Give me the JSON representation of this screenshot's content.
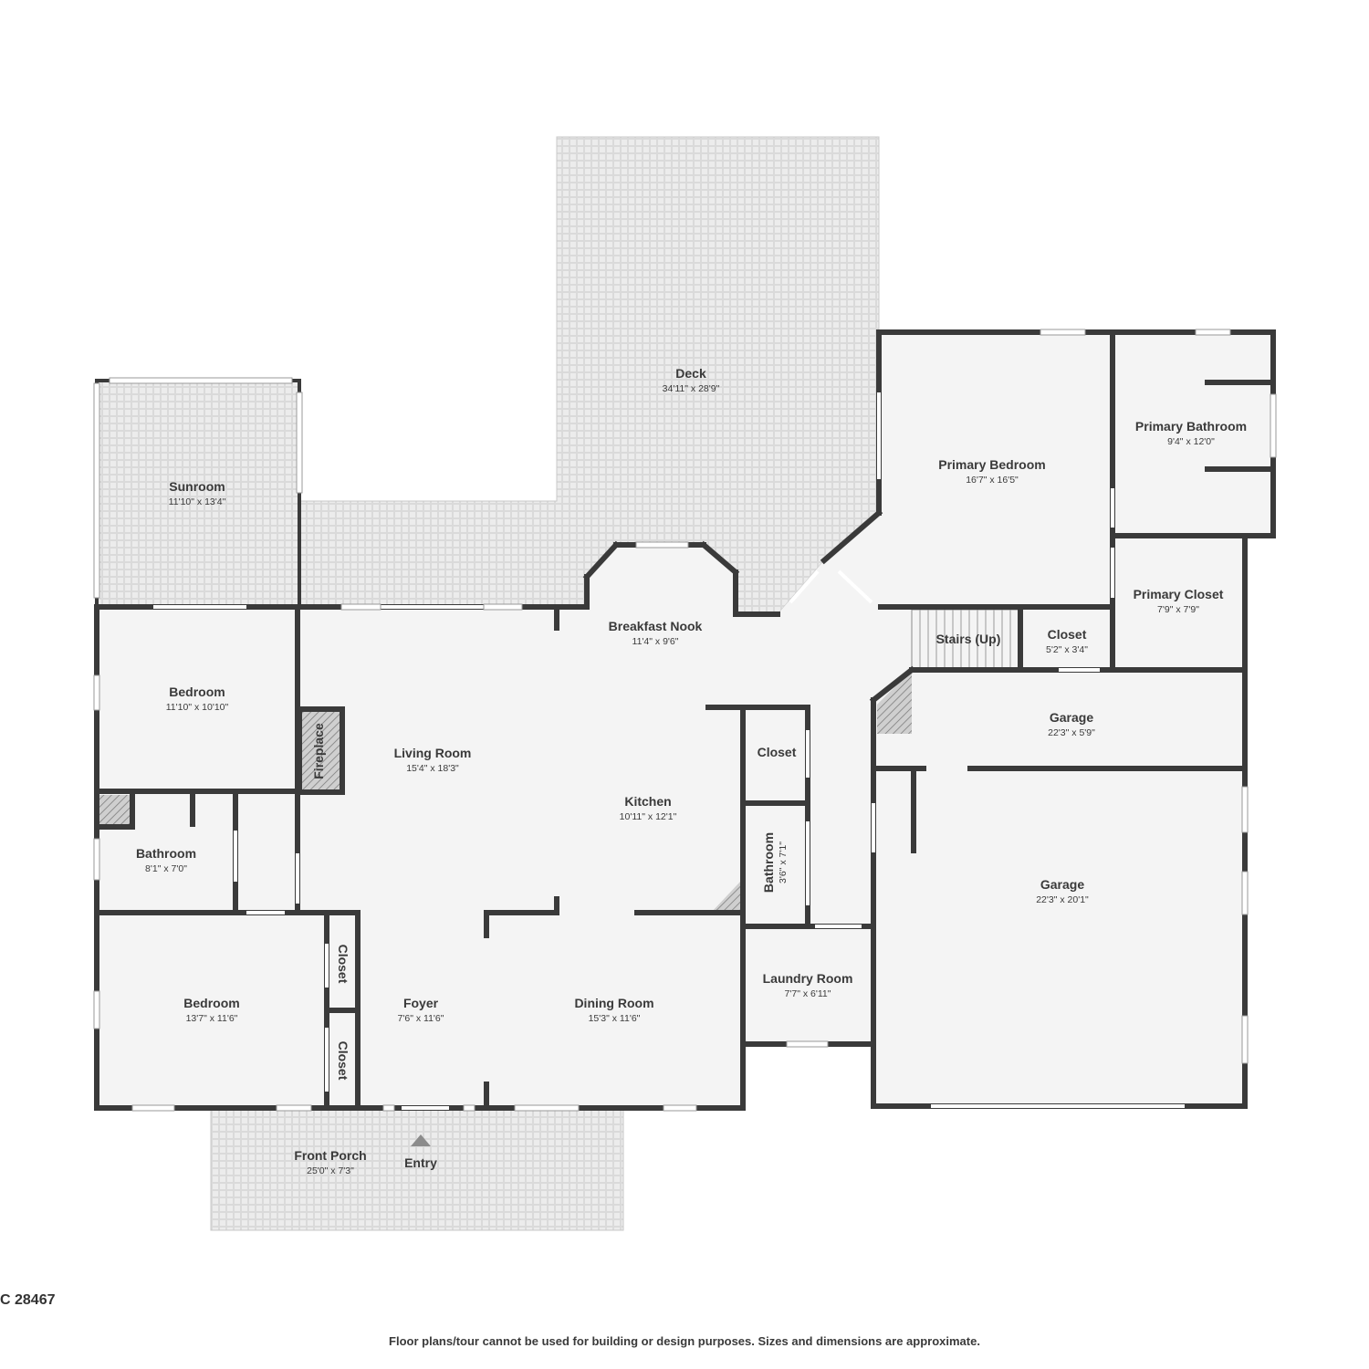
{
  "address_fragment": "C 28467",
  "disclaimer": "Floor plans/tour cannot be used for building or design purposes. Sizes and dimensions are approximate.",
  "colors": {
    "wall": "#3a3a3a",
    "floor": "#f4f4f4",
    "outdoor": "#ebebeb",
    "background": "#ffffff"
  },
  "rooms": {
    "deck": {
      "name": "Deck",
      "dim": "34'11\" x 28'9\""
    },
    "sunroom": {
      "name": "Sunroom",
      "dim": "11'10\" x 13'4\""
    },
    "primary_bedroom": {
      "name": "Primary Bedroom",
      "dim": "16'7\" x 16'5\""
    },
    "primary_bathroom": {
      "name": "Primary Bathroom",
      "dim": "9'4\" x 12'0\""
    },
    "primary_closet": {
      "name": "Primary Closet",
      "dim": "7'9\" x 7'9\""
    },
    "breakfast_nook": {
      "name": "Breakfast Nook",
      "dim": "11'4\" x 9'6\""
    },
    "stairs": {
      "name": "Stairs (Up)"
    },
    "closet_small": {
      "name": "Closet",
      "dim": "5'2\" x 3'4\""
    },
    "bedroom_1": {
      "name": "Bedroom",
      "dim": "11'10\" x 10'10\""
    },
    "living_room": {
      "name": "Living Room",
      "dim": "15'4\" x 18'3\""
    },
    "fireplace": {
      "name": "Fireplace"
    },
    "kitchen": {
      "name": "Kitchen",
      "dim": "10'11\" x 12'1\""
    },
    "closet_kitchen": {
      "name": "Closet"
    },
    "garage_upper": {
      "name": "Garage",
      "dim": "22'3\" x 5'9\""
    },
    "garage_main": {
      "name": "Garage",
      "dim": "22'3\" x 20'1\""
    },
    "bathroom_1": {
      "name": "Bathroom",
      "dim": "8'1\" x 7'0\""
    },
    "bathroom_2": {
      "name": "Bathroom",
      "dim": "3'6\" x 7'1\""
    },
    "bedroom_2": {
      "name": "Bedroom",
      "dim": "13'7\" x 11'6\""
    },
    "closet_a": {
      "name": "Closet"
    },
    "closet_b": {
      "name": "Closet"
    },
    "foyer": {
      "name": "Foyer",
      "dim": "7'6\" x 11'6\""
    },
    "dining_room": {
      "name": "Dining Room",
      "dim": "15'3\" x 11'6\""
    },
    "laundry_room": {
      "name": "Laundry Room",
      "dim": "7'7\" x 6'11\""
    },
    "front_porch": {
      "name": "Front Porch",
      "dim": "25'0\" x 7'3\""
    },
    "entry": {
      "name": "Entry"
    }
  }
}
